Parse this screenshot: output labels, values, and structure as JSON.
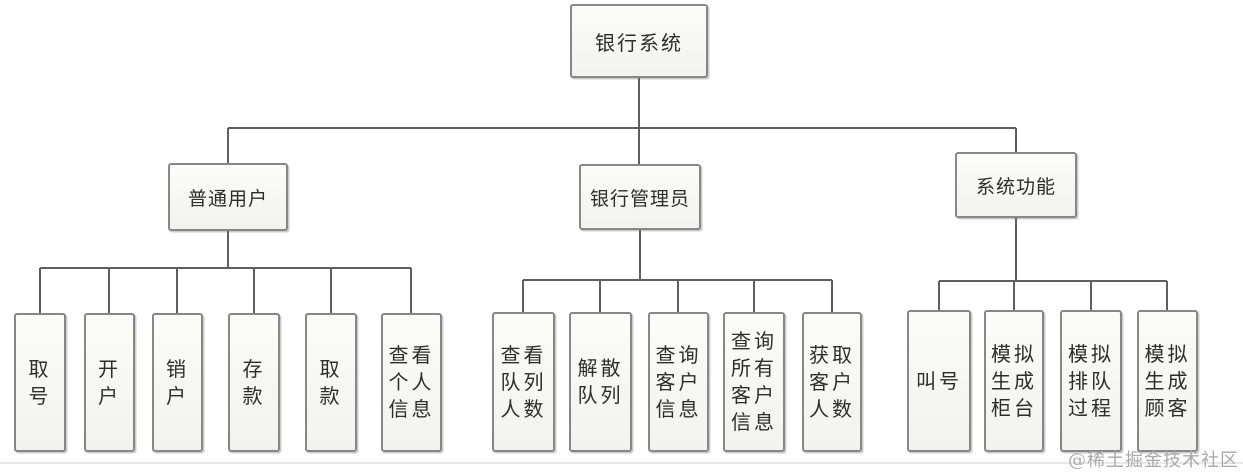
{
  "diagram": {
    "root": {
      "label": "银行系统"
    },
    "groups": [
      {
        "label": "普通用户",
        "children": [
          {
            "label": "取号",
            "display": "取\n号"
          },
          {
            "label": "开户",
            "display": "开\n户"
          },
          {
            "label": "销户",
            "display": "销\n户"
          },
          {
            "label": "存款",
            "display": "存\n款"
          },
          {
            "label": "取款",
            "display": "取\n款"
          },
          {
            "label": "查看个人信息",
            "display": "查看\n个人\n信息"
          }
        ]
      },
      {
        "label": "银行管理员",
        "children": [
          {
            "label": "查看队列人数",
            "display": "查看\n队列\n人数"
          },
          {
            "label": "解散队列",
            "display": "解散\n队列"
          },
          {
            "label": "查询客户信息",
            "display": "查询\n客户\n信息"
          },
          {
            "label": "查询所有客户信息",
            "display": "查询\n所有\n客户\n信息"
          },
          {
            "label": "获取客户人数",
            "display": "获取\n客户\n人数"
          }
        ]
      },
      {
        "label": "系统功能",
        "children": [
          {
            "label": "叫号",
            "display": "叫号"
          },
          {
            "label": "模拟生成柜台",
            "display": "模拟\n生成\n柜台"
          },
          {
            "label": "模拟排队过程",
            "display": "模拟\n排队\n过程"
          },
          {
            "label": "模拟生成顾客",
            "display": "模拟\n生成\n顾客"
          }
        ]
      }
    ]
  },
  "watermark": {
    "text": "@稀土掘金技术社区"
  },
  "colors": {
    "canvas_bg": "#ffffff",
    "box_border": "#878787",
    "box_bg_top": "#fbfbfa",
    "box_bg_bottom": "#f2f2f0",
    "connector": "#5f5f5f",
    "text": "#2d2d2d",
    "watermark": "#a9a9a9",
    "divider": "#e8e8e6"
  }
}
